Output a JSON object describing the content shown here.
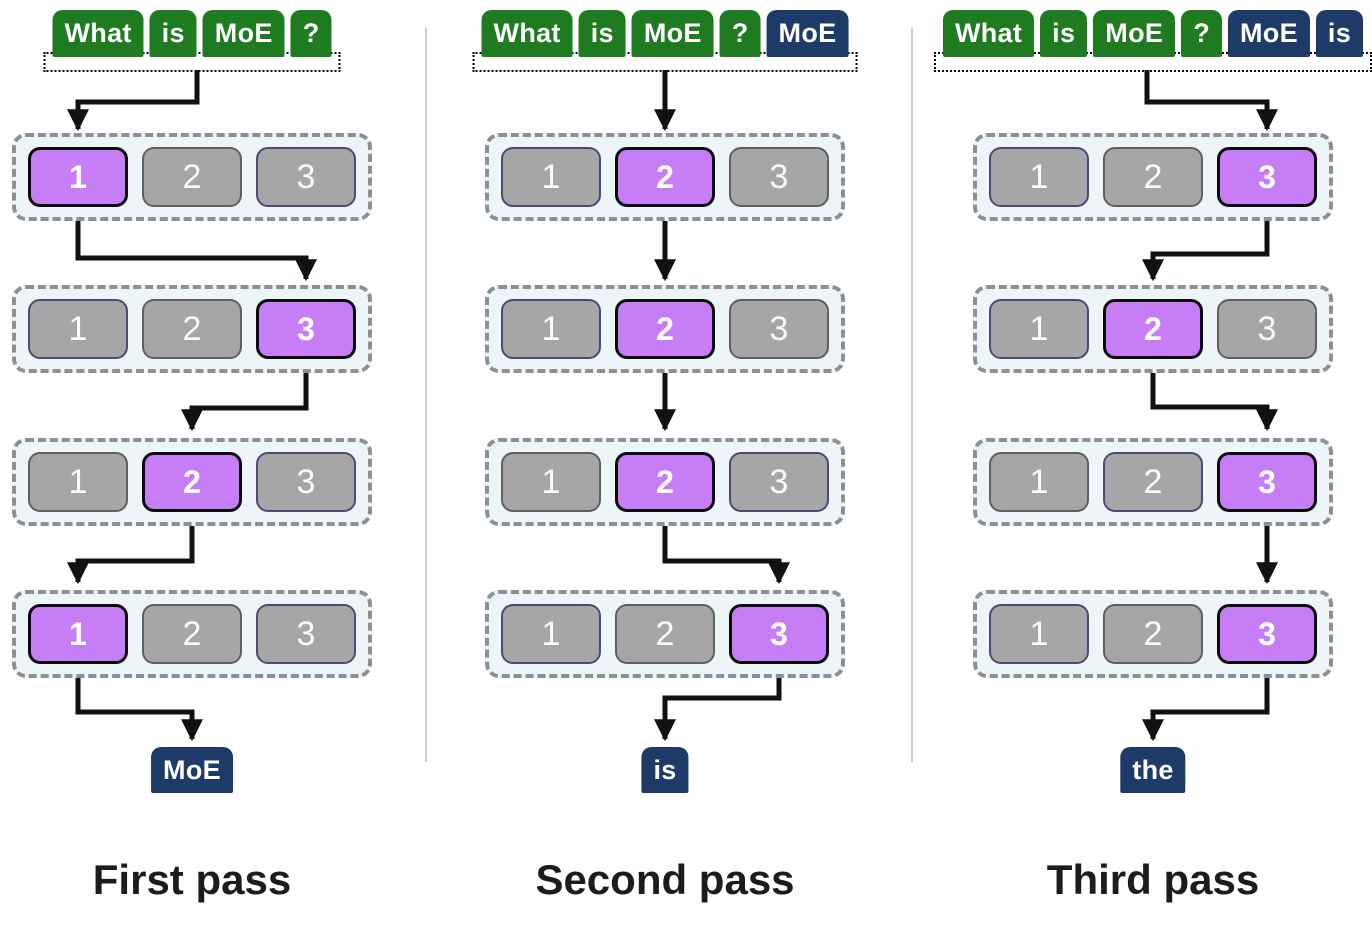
{
  "colors": {
    "token_green": "#1e7b20",
    "token_navy": "#1e3a69",
    "expert_active": "#c77df5",
    "expert_idle": "#a6a6a6",
    "layer_bg": "#edf5f8",
    "layer_border": "#8a9096",
    "arrow": "#111111",
    "divider": "#cbcbcb"
  },
  "passes": [
    {
      "label": "First pass",
      "input_tokens": [
        {
          "text": "What",
          "color": "green"
        },
        {
          "text": "is",
          "color": "green"
        },
        {
          "text": "MoE",
          "color": "green"
        },
        {
          "text": "?",
          "color": "green"
        }
      ],
      "layers": [
        {
          "selected_expert": "1",
          "experts": [
            {
              "label": "1",
              "state": "selected"
            },
            {
              "label": "2",
              "state": "idle"
            },
            {
              "label": "3",
              "state": "idle-alt"
            }
          ]
        },
        {
          "selected_expert": "3",
          "experts": [
            {
              "label": "1",
              "state": "idle-alt"
            },
            {
              "label": "2",
              "state": "idle"
            },
            {
              "label": "3",
              "state": "selected"
            }
          ]
        },
        {
          "selected_expert": "2",
          "experts": [
            {
              "label": "1",
              "state": "idle"
            },
            {
              "label": "2",
              "state": "selected"
            },
            {
              "label": "3",
              "state": "idle-alt"
            }
          ]
        },
        {
          "selected_expert": "1",
          "experts": [
            {
              "label": "1",
              "state": "selected"
            },
            {
              "label": "2",
              "state": "idle"
            },
            {
              "label": "3",
              "state": "idle-alt"
            }
          ]
        }
      ],
      "output_token": {
        "text": "MoE",
        "color": "navy"
      }
    },
    {
      "label": "Second pass",
      "input_tokens": [
        {
          "text": "What",
          "color": "green"
        },
        {
          "text": "is",
          "color": "green"
        },
        {
          "text": "MoE",
          "color": "green"
        },
        {
          "text": "?",
          "color": "green"
        },
        {
          "text": "MoE",
          "color": "navy"
        }
      ],
      "layers": [
        {
          "selected_expert": "2",
          "experts": [
            {
              "label": "1",
              "state": "idle-alt"
            },
            {
              "label": "2",
              "state": "selected"
            },
            {
              "label": "3",
              "state": "idle"
            }
          ]
        },
        {
          "selected_expert": "2",
          "experts": [
            {
              "label": "1",
              "state": "idle-alt"
            },
            {
              "label": "2",
              "state": "selected"
            },
            {
              "label": "3",
              "state": "idle"
            }
          ]
        },
        {
          "selected_expert": "2",
          "experts": [
            {
              "label": "1",
              "state": "idle"
            },
            {
              "label": "2",
              "state": "selected"
            },
            {
              "label": "3",
              "state": "idle-alt"
            }
          ]
        },
        {
          "selected_expert": "3",
          "experts": [
            {
              "label": "1",
              "state": "idle-alt"
            },
            {
              "label": "2",
              "state": "idle"
            },
            {
              "label": "3",
              "state": "selected"
            }
          ]
        }
      ],
      "output_token": {
        "text": "is",
        "color": "navy"
      }
    },
    {
      "label": "Third pass",
      "input_tokens": [
        {
          "text": "What",
          "color": "green"
        },
        {
          "text": "is",
          "color": "green"
        },
        {
          "text": "MoE",
          "color": "green"
        },
        {
          "text": "?",
          "color": "green"
        },
        {
          "text": "MoE",
          "color": "navy"
        },
        {
          "text": "is",
          "color": "navy"
        }
      ],
      "layers": [
        {
          "selected_expert": "3",
          "experts": [
            {
              "label": "1",
              "state": "idle-alt"
            },
            {
              "label": "2",
              "state": "idle"
            },
            {
              "label": "3",
              "state": "selected"
            }
          ]
        },
        {
          "selected_expert": "2",
          "experts": [
            {
              "label": "1",
              "state": "idle-alt"
            },
            {
              "label": "2",
              "state": "selected"
            },
            {
              "label": "3",
              "state": "idle"
            }
          ]
        },
        {
          "selected_expert": "3",
          "experts": [
            {
              "label": "1",
              "state": "idle"
            },
            {
              "label": "2",
              "state": "idle-alt"
            },
            {
              "label": "3",
              "state": "selected"
            }
          ]
        },
        {
          "selected_expert": "3",
          "experts": [
            {
              "label": "1",
              "state": "idle-alt"
            },
            {
              "label": "2",
              "state": "idle"
            },
            {
              "label": "3",
              "state": "selected"
            }
          ]
        }
      ],
      "output_token": {
        "text": "the",
        "color": "navy"
      }
    }
  ]
}
